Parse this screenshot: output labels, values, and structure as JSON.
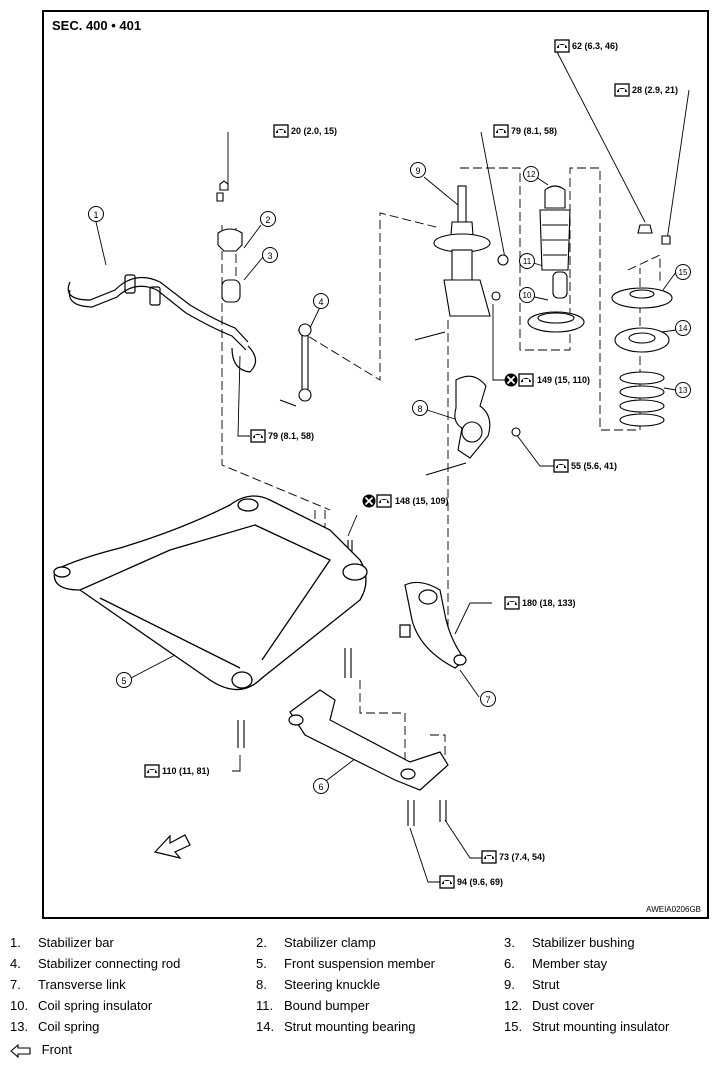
{
  "diagram": {
    "section": "SEC. 400 • 401",
    "figure_code": "AWEIA0206GB",
    "torques": {
      "t62": "62 (6.3, 46)",
      "t28": "28 (2.9, 21)",
      "t20": "20 (2.0, 15)",
      "t79a": "79 (8.1, 58)",
      "t79b": "79 (8.1, 58)",
      "t149": "149 (15, 110)",
      "t55": "55 (5.6, 41)",
      "t148": "148 (15, 109)",
      "t180": "180 (18, 133)",
      "t110": "110 (11, 81)",
      "t73": "73 (7.4, 54)",
      "t94": "94 (9.6, 69)"
    },
    "callouts": [
      "1",
      "2",
      "3",
      "4",
      "5",
      "6",
      "7",
      "8",
      "9",
      "10",
      "11",
      "12",
      "13",
      "14",
      "15"
    ]
  },
  "legend": [
    [
      {
        "num": "1.",
        "name": "Stabilizer bar"
      },
      {
        "num": "2.",
        "name": "Stabilizer clamp"
      },
      {
        "num": "3.",
        "name": "Stabilizer bushing"
      }
    ],
    [
      {
        "num": "4.",
        "name": "Stabilizer connecting rod"
      },
      {
        "num": "5.",
        "name": "Front suspension member"
      },
      {
        "num": "6.",
        "name": "Member stay"
      }
    ],
    [
      {
        "num": "7.",
        "name": "Transverse link"
      },
      {
        "num": "8.",
        "name": "Steering knuckle"
      },
      {
        "num": "9.",
        "name": "Strut"
      }
    ],
    [
      {
        "num": "10.",
        "name": "Coil spring insulator"
      },
      {
        "num": "11.",
        "name": "Bound bumper"
      },
      {
        "num": "12.",
        "name": "Dust cover"
      }
    ],
    [
      {
        "num": "13.",
        "name": "Coil spring"
      },
      {
        "num": "14.",
        "name": "Strut mounting bearing"
      },
      {
        "num": "15.",
        "name": "Strut mounting insulator"
      }
    ]
  ],
  "front_label": "Front"
}
